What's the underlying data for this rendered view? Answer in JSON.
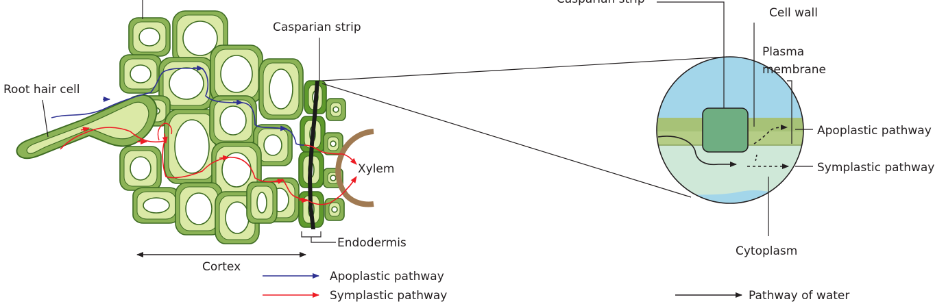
{
  "labels": {
    "root_hair_cell": "Root hair cell",
    "casparian_strip_left": "Casparian strip",
    "xylem": "Xylem",
    "endodermis": "Endodermis",
    "cortex": "Cortex",
    "casparian_strip_right": "Casparian strip",
    "cell_wall": "Cell wall",
    "plasma_membrane_line1": "Plasma",
    "plasma_membrane_line2": "membrane",
    "apoplastic_pathway_right": "Apoplastic pathway",
    "symplastic_pathway_right": "Symplastic pathway",
    "cytoplasm": "Cytoplasm"
  },
  "legend": {
    "apoplastic": "Apoplastic pathway",
    "symplastic": "Symplastic pathway",
    "water": "Pathway of water"
  },
  "colors": {
    "cell_wall_green": "#8cb356",
    "cell_wall_outline": "#3d6b22",
    "cytoplasm_light": "#dbe9a6",
    "vacuole": "#ffffff",
    "endodermis_green": "#5f9a2c",
    "casparian_black": "#1a1a1a",
    "xylem_brown": "#a07a52",
    "apoplastic_blue": "#2e3192",
    "symplastic_red": "#ed1c24",
    "circle_sky": "#a3d6ea",
    "circle_cytoplasm": "#cfe8d8",
    "circle_wall": "#b5cd86",
    "casparian_box": "#6fae82"
  }
}
